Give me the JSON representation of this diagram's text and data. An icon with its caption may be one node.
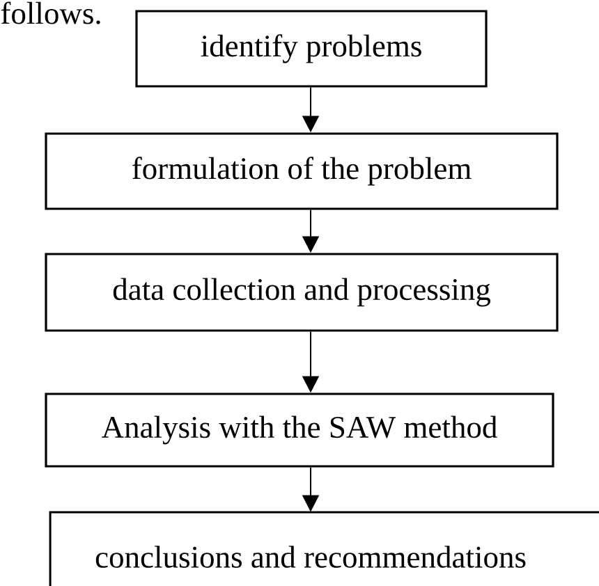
{
  "diagram": {
    "nodes": [
      {
        "text": [
          "identify problems"
        ]
      },
      {
        "text": [
          "formulation of the problem"
        ]
      },
      {
        "text": [
          "data collection and processing"
        ]
      },
      {
        "text": [
          "Analysis with the SAW method"
        ]
      },
      {
        "text": [
          "conclusions and recommendations"
        ]
      }
    ],
    "edges": [
      {
        "from": 0,
        "to": 1,
        "arrow": "to"
      },
      {
        "from": 1,
        "to": 2,
        "arrow": "to"
      },
      {
        "from": 2,
        "to": 3,
        "arrow": "to"
      },
      {
        "from": 3,
        "to": 4,
        "arrow": "to"
      }
    ],
    "labels": [
      "follows."
    ]
  }
}
